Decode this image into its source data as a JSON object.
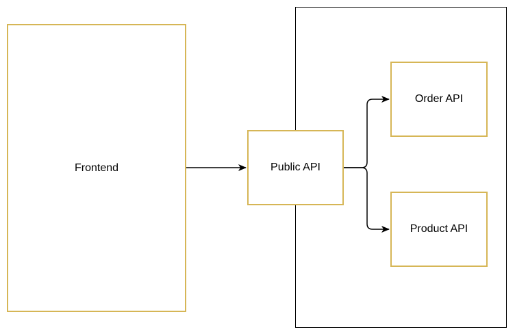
{
  "diagram": {
    "nodes": {
      "frontend": {
        "label": "Frontend"
      },
      "public_api": {
        "label": "Public API"
      },
      "order_api": {
        "label": "Order API"
      },
      "product_api": {
        "label": "Product API"
      }
    },
    "edges": [
      {
        "from": "Frontend",
        "to": "Public API"
      },
      {
        "from": "Public API",
        "to": "Order API"
      },
      {
        "from": "Public API",
        "to": "Product API"
      }
    ],
    "colors": {
      "node_border": "#d6b656",
      "container_border": "#000000",
      "edge": "#000000"
    }
  }
}
